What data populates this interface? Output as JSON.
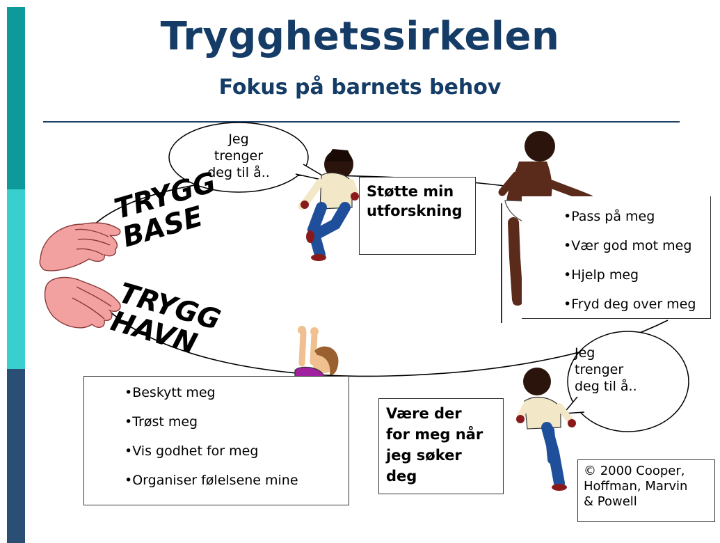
{
  "slide": {
    "title": "Trygghetssirkelen",
    "subtitle": "Fokus på barnets behov"
  },
  "colors": {
    "title": "#143c66",
    "sidebar_top": "#0e9a9a",
    "sidebar_middle": "#39cfcf",
    "sidebar_bottom": "#2b4f74"
  },
  "bubble_top": {
    "lines": [
      "Jeg",
      "trenger",
      "deg til å.."
    ]
  },
  "bubble_bottom": {
    "lines": [
      "Jeg",
      "trenger",
      "deg til å.."
    ]
  },
  "labels": {
    "secure_base": [
      "TRYGG",
      "BASE"
    ],
    "safe_haven": [
      "TRYGG",
      "HAVN"
    ]
  },
  "support_box": {
    "lines": [
      "Støtte min",
      "utforskning"
    ]
  },
  "top_needs": {
    "items": [
      "•Pass på meg",
      "•Vær god mot meg",
      "•Hjelp meg",
      "•Fryd deg over meg"
    ]
  },
  "bottom_needs": {
    "items": [
      "•Beskytt meg",
      "•Trøst meg",
      "•Vis godhet for meg",
      "•Organiser følelsene mine"
    ]
  },
  "welcome_box": {
    "lines": [
      "Være der",
      "for meg når",
      "jeg søker",
      "deg"
    ]
  },
  "copyright": {
    "lines": [
      "© 2000 Cooper,",
      "Hoffman, Marvin",
      "& Powell"
    ]
  },
  "icons": [
    "hands-icon",
    "toddler-walking-icon",
    "toddler-climbing-icon",
    "baby-reaching-icon"
  ]
}
